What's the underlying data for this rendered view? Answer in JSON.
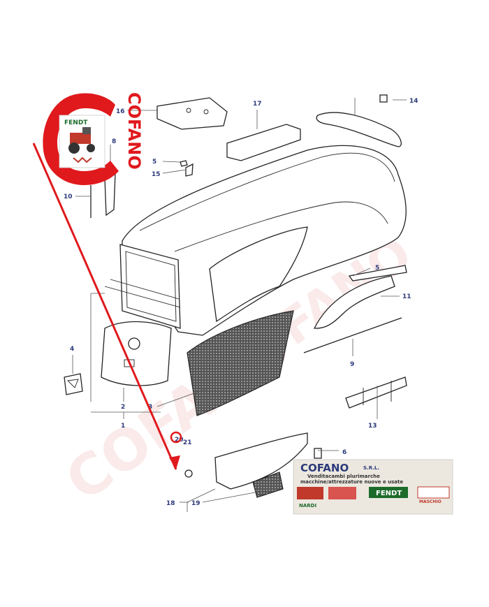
{
  "colors": {
    "brand_red": "#e0191d",
    "callout_blue": "#2c3a7a",
    "fendt_green": "#1c6b2a",
    "watermark": "#f3c6c6"
  },
  "logo_top": {
    "brand_word": "COFANO",
    "tractor_brand": "FENDT"
  },
  "watermark_text": "COFANO",
  "callouts": [
    "1",
    "2",
    "3",
    "4",
    "5",
    "5",
    "6",
    "8",
    "9",
    "10",
    "11",
    "13",
    "14",
    "15",
    "16",
    "17",
    "18",
    "19",
    "20",
    "21"
  ],
  "banner": {
    "title": "COFANO",
    "suffix": "S.R.L.",
    "line1": "Venditacambi plurimarche",
    "line2": "macchine/attrezzature nuove e usate",
    "brands": [
      "NARDI",
      "FENDT",
      "MASCHIO"
    ]
  }
}
